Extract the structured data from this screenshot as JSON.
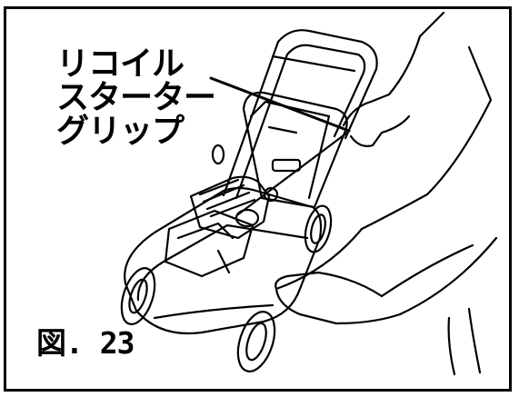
{
  "callout": {
    "lines": [
      "リコイル",
      "スターター",
      "グリップ"
    ]
  },
  "figure": {
    "label": "図. 23"
  }
}
